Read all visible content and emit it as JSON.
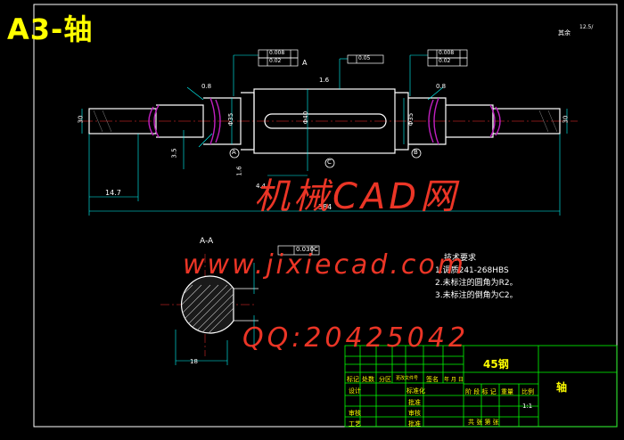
{
  "drawing": {
    "title": "A3-轴",
    "section_label": "A-A",
    "roughness_note": "其余",
    "roughness_value": "12.5/",
    "view_marks": {
      "a": "A",
      "b": "B",
      "c": "C",
      "arrow_a": "A"
    }
  },
  "dimensions": {
    "left_dia": "30",
    "right_dia": "30",
    "d_bearing_left": "Φ35",
    "d_bearing_right": "Φ35",
    "d_mid": "Φ40",
    "len_147": "14.7",
    "len_384": "384",
    "chamfer_left": "0.8",
    "chamfer_right": "0.8",
    "chamfer_top": "1.6",
    "dim_35": "3.5",
    "dim_16": "1.6",
    "dim_44": "4.4",
    "dim_184": "18",
    "tol_sym": "0.030",
    "tol_ref": "C",
    "fcf_left_1": "0.008",
    "fcf_left_2": "0.02",
    "fcf_top": "0.05",
    "fcf_right_1": "0.008",
    "fcf_right_2": "0.02"
  },
  "tech_requirements": {
    "heading": "技术要求",
    "line1": "1.调质241-268HBS",
    "line2": "2.未标注的圆角为R2。",
    "line3": "3.未标注的倒角为C2。"
  },
  "title_block": {
    "material": "45钢",
    "part_name": "轴",
    "row_labels": [
      "标记",
      "处数",
      "分区",
      "更改文件号",
      "签名",
      "年 月 日"
    ],
    "left_labels": [
      "设计",
      "标准化",
      "审核",
      "工艺"
    ],
    "mid_labels": [
      "批准",
      "审核",
      "批准"
    ],
    "stage_labels": [
      "阶 段 标 记",
      "重量",
      "比例"
    ],
    "scale": "1:1",
    "sheet": "共  张  第  张"
  },
  "watermark": {
    "line1": "机械CAD网",
    "line2": "www.jixiecad.com",
    "line3": "QQ:20425042"
  },
  "colors": {
    "background": "#000000",
    "frame": "#ffffff",
    "title_block": "#00ff00",
    "title_text": "#ffff00",
    "dimension": "#00ffff",
    "thread": "#c020c0",
    "watermark": "#ff3a2a"
  }
}
